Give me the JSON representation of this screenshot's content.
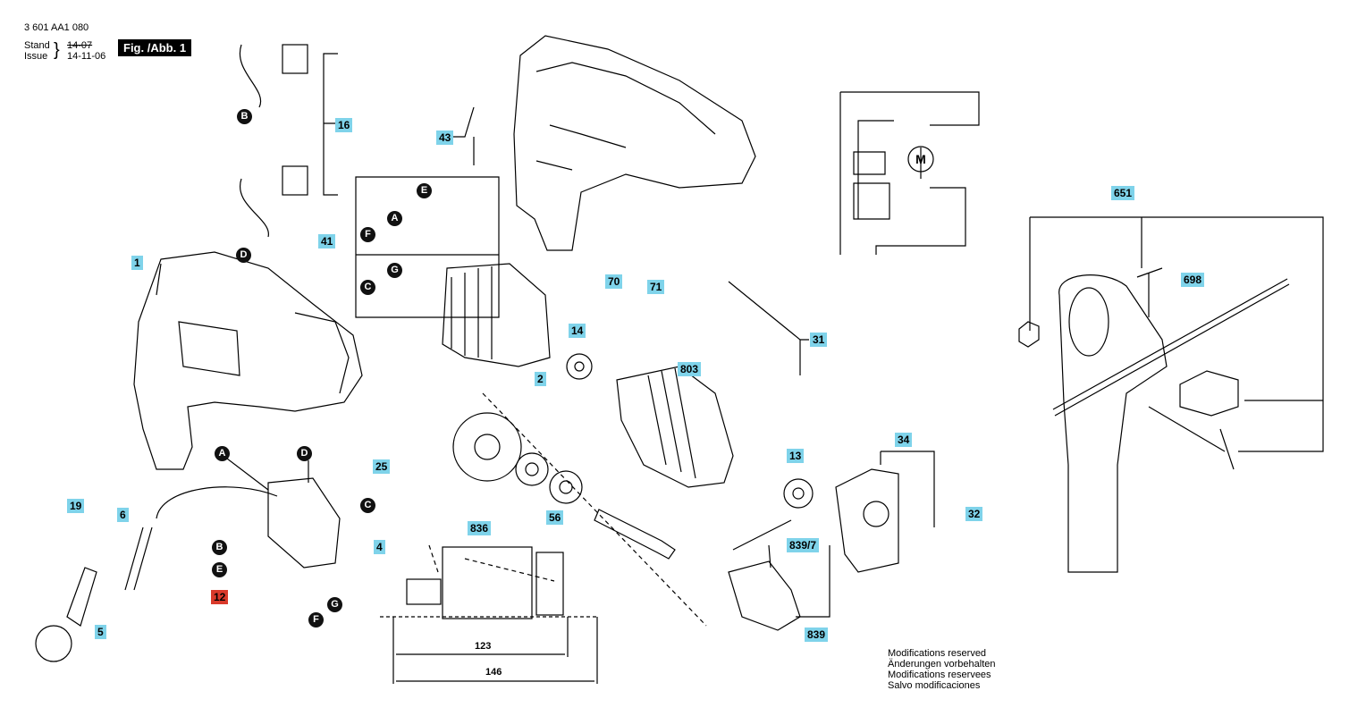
{
  "header": {
    "part_number": "3 601 AA1 080",
    "stand_label": "Stand",
    "issue_label": "Issue",
    "stand_date": "14-07",
    "issue_date": "14-11-06",
    "figure_label": "Fig. /Abb. 1"
  },
  "callouts": [
    "1",
    "2",
    "4",
    "5",
    "6",
    "12",
    "13",
    "14",
    "16",
    "19",
    "25",
    "31",
    "32",
    "34",
    "41",
    "43",
    "56",
    "70",
    "71",
    "651",
    "698",
    "803",
    "836",
    "839",
    "839/7"
  ],
  "connector_letters": [
    "A",
    "B",
    "C",
    "D",
    "E",
    "F",
    "G"
  ],
  "dimensions": {
    "short": "123",
    "long": "146"
  },
  "motor_symbol": "M",
  "notes": [
    "Modifications reserved",
    "Änderungen vorbehalten",
    "Modifications reservees",
    "Salvo modificaciones"
  ],
  "colors": {
    "callout_bg": "#7fd3ea",
    "highlight_bg": "#d93a2b",
    "letter_bg": "#111111"
  }
}
